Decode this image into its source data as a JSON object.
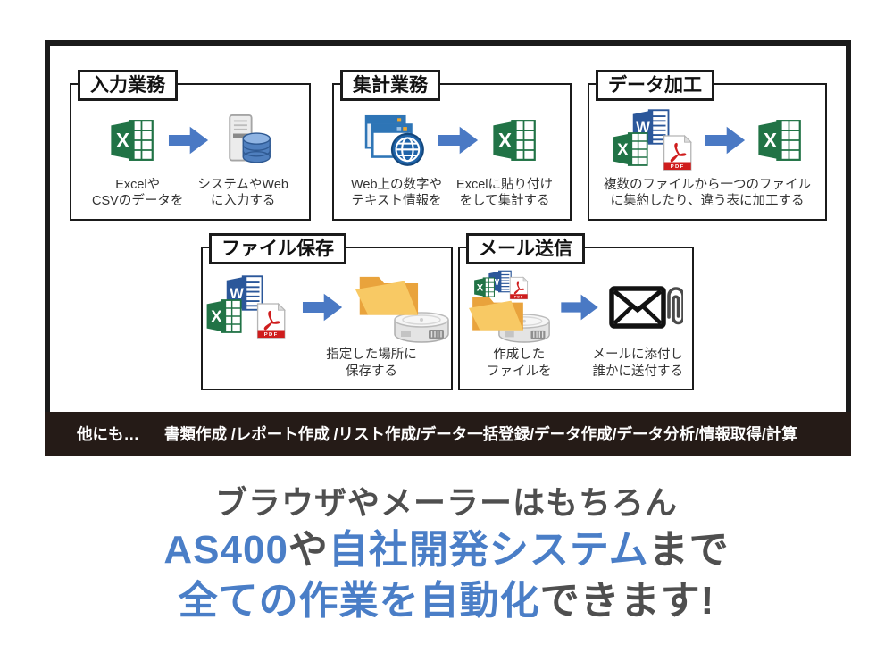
{
  "colors": {
    "frame_border": "#1b1b1b",
    "bar_background": "#251b17",
    "headline_blue": "#4a7ec7",
    "headline_dark": "#4f4f4f",
    "arrow_blue": "#4a79c4",
    "excel_green": "#217346",
    "word_blue": "#2b579a",
    "pdf_red": "#cf1d1d",
    "folder_orange": "#f8c964"
  },
  "panel": {
    "boxes": [
      {
        "title": "入力業務",
        "icons": [
          "excel-icon",
          "arrow-right-icon",
          "server-database-icon"
        ],
        "captions": [
          {
            "lines": [
              "Excelや",
              "CSVのデータを"
            ]
          },
          {
            "lines": [
              "システムやWeb",
              "に入力する"
            ]
          }
        ]
      },
      {
        "title": "集計業務",
        "icons": [
          "web-browser-globe-icon",
          "arrow-right-icon",
          "excel-icon"
        ],
        "captions": [
          {
            "lines": [
              "Web上の数字や",
              "テキスト情報を"
            ]
          },
          {
            "lines": [
              "Excelに貼り付け",
              "をして集計する"
            ]
          }
        ]
      },
      {
        "title": "データ加工",
        "icons": [
          "excel-word-pdf-files-icon",
          "arrow-right-icon",
          "excel-icon"
        ],
        "captions": [
          {
            "lines": [
              "複数のファイルから一つのファイル",
              "に集約したり、違う表に加工する"
            ]
          }
        ]
      },
      {
        "title": "ファイル保存",
        "icons": [
          "excel-word-pdf-files-icon",
          "arrow-right-icon",
          "folder-harddisk-icon"
        ],
        "captions": [
          {
            "lines": [
              "指定した場所に",
              "保存する"
            ]
          }
        ]
      },
      {
        "title": "メール送信",
        "icons": [
          "folder-files-harddisk-icon",
          "arrow-right-icon",
          "mail-attachment-icon"
        ],
        "captions": [
          {
            "lines": [
              "作成した",
              "ファイルを"
            ]
          },
          {
            "lines": [
              "メールに添付し",
              "誰かに送付する"
            ]
          }
        ]
      }
    ],
    "others_bar": {
      "label": "他にも…",
      "items": "書類作成 /レポート作成 /リスト作成/データ一括登録/データ作成/データ分析/情報取得/計算"
    }
  },
  "headline": {
    "line1": "ブラウザやメーラーはもちろん",
    "line2": [
      {
        "text": "AS400",
        "color": "blue"
      },
      {
        "text": "や",
        "color": "dark"
      },
      {
        "text": "自社開発システム",
        "color": "blue"
      },
      {
        "text": "まで",
        "color": "dark"
      }
    ],
    "line3": [
      {
        "text": "全ての作業を自動化",
        "color": "blue"
      },
      {
        "text": "できます!",
        "color": "dark"
      }
    ]
  }
}
